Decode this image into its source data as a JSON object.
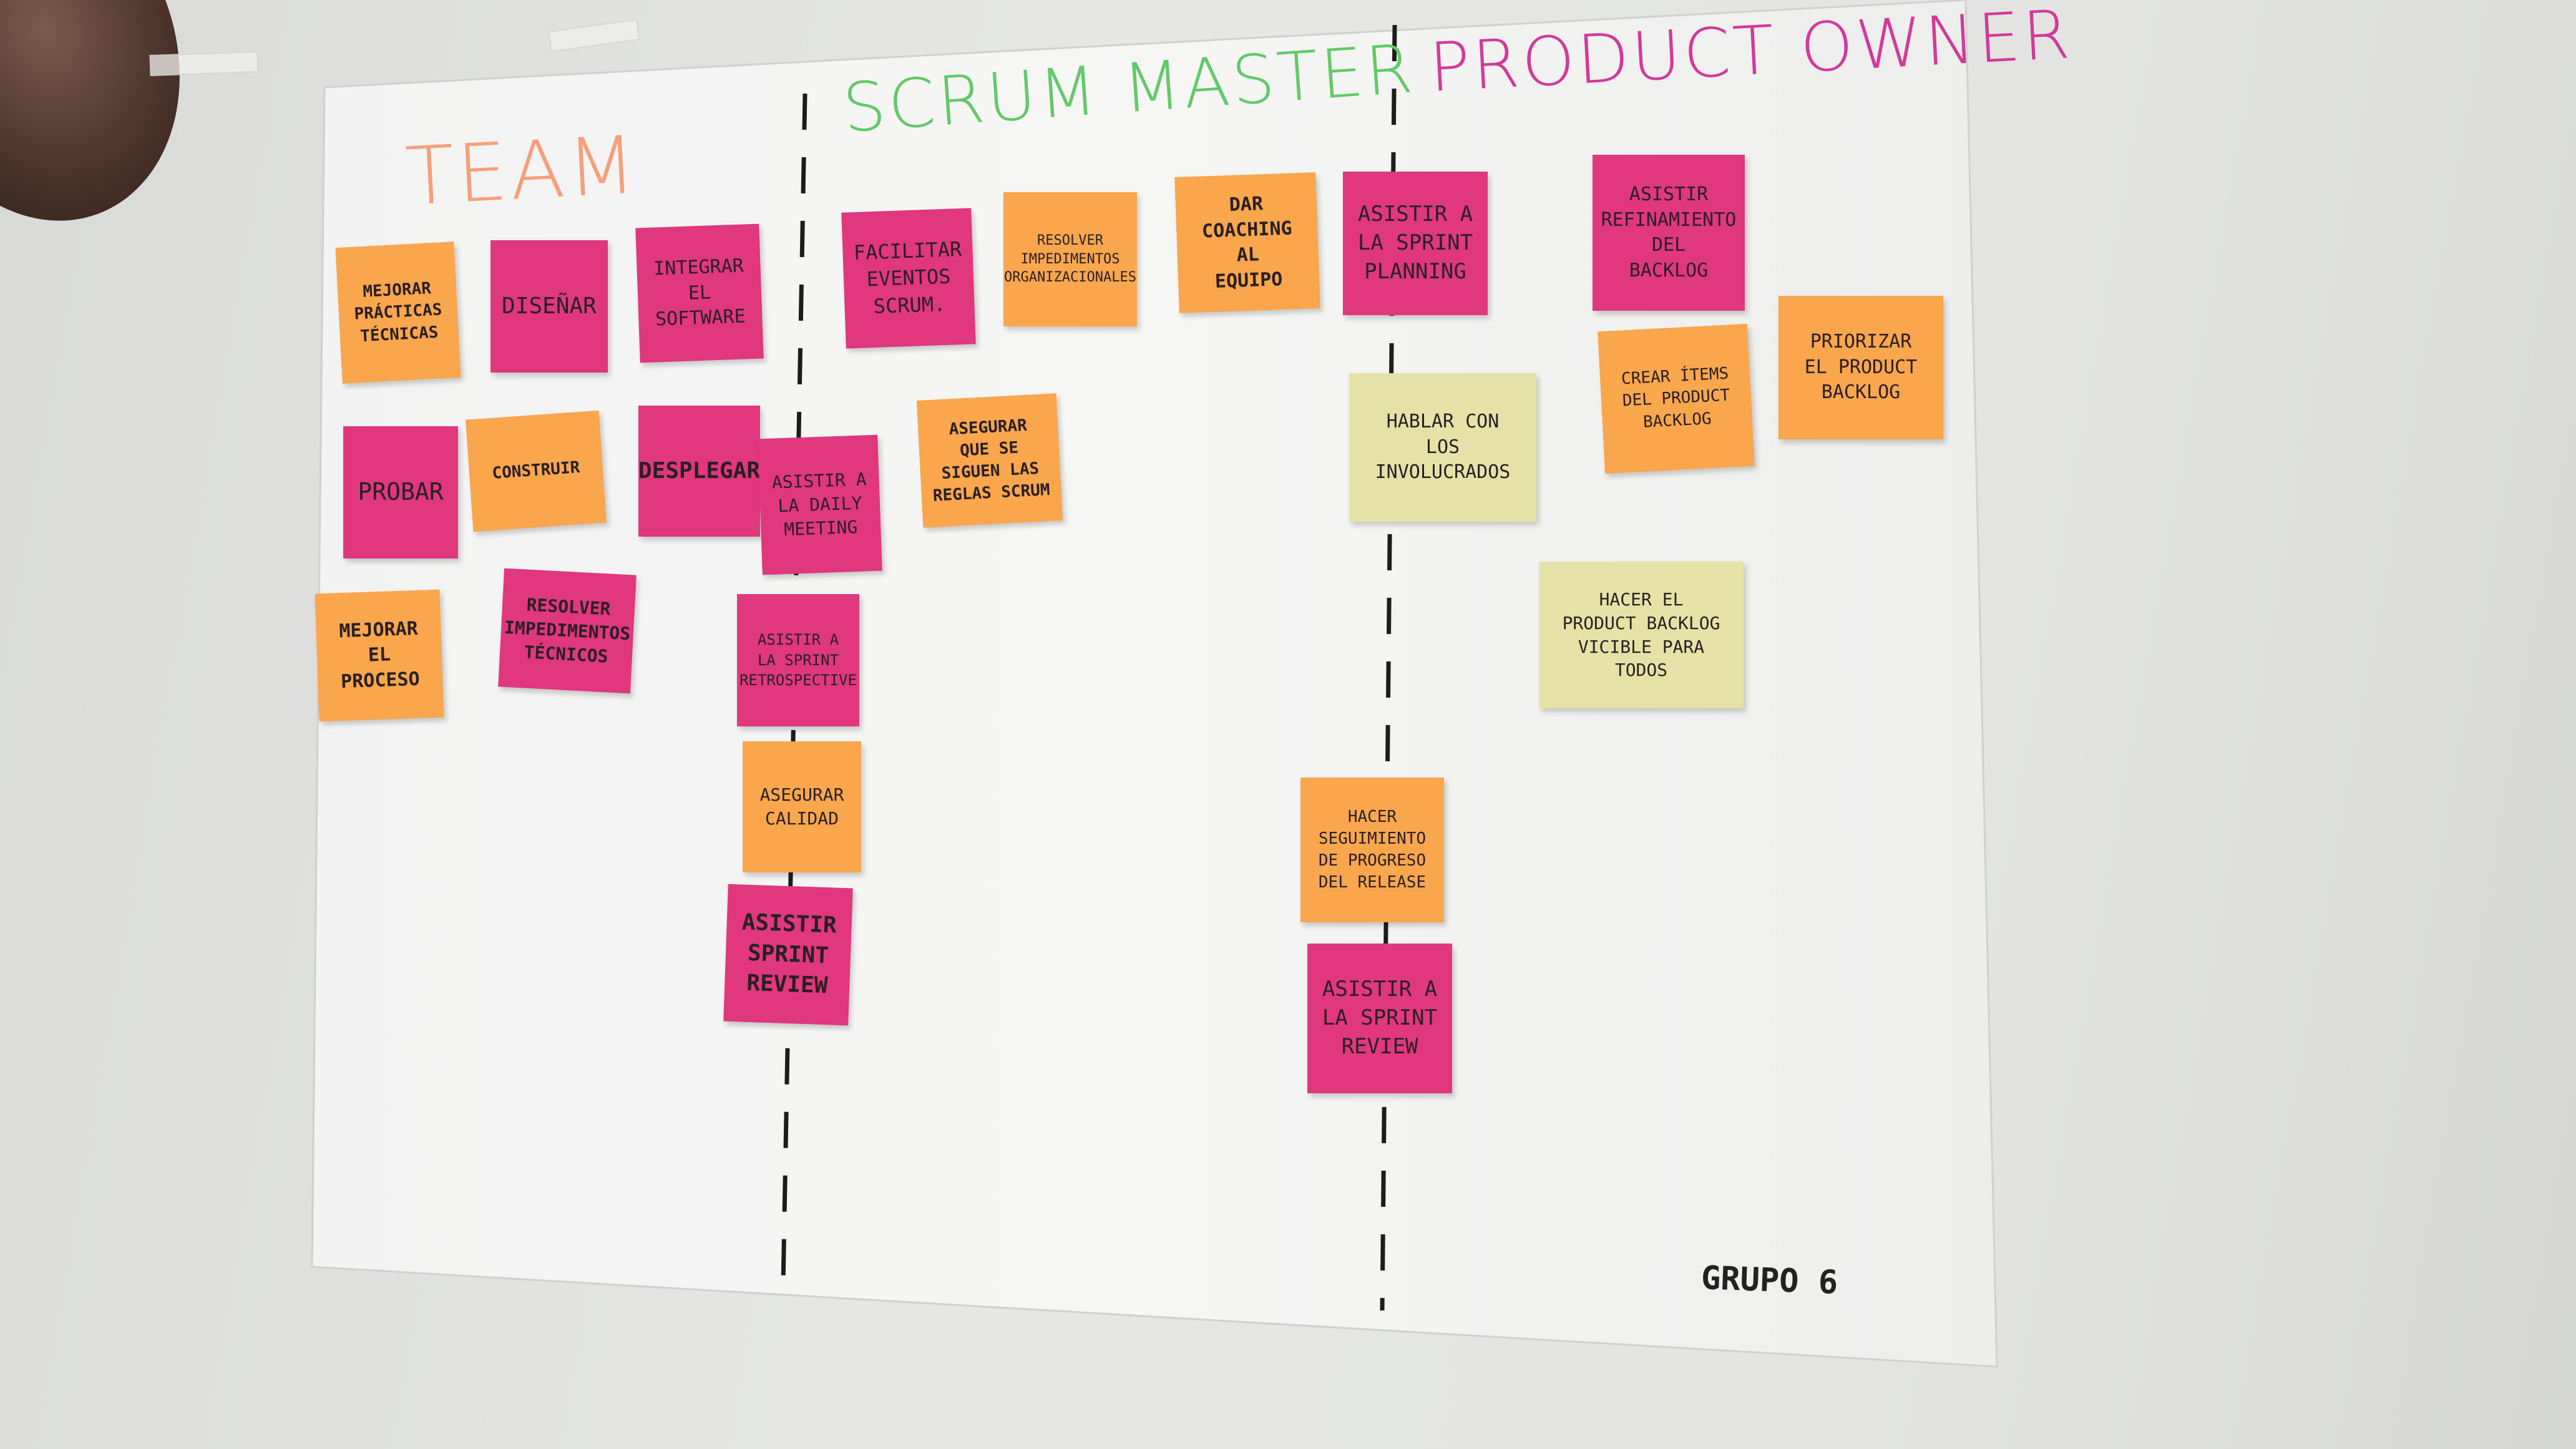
{
  "board": {
    "columns": {
      "team": {
        "title": "TEAM",
        "color": "#f5a07a"
      },
      "scrum_master": {
        "title": "SCRUM MASTER",
        "color": "#63c96a"
      },
      "product_owner": {
        "title": "PRODUCT OWNER",
        "color": "#d2399a"
      }
    },
    "notes": {
      "team_mejorar": "MEJORAR\nPRÁCTICAS\nTÉCNICAS",
      "team_disenar": "DISEÑAR",
      "team_integrar": "INTEGRAR\nEL\nSOFTWARE",
      "team_probar": "PROBAR",
      "team_construir": "CONSTRUIR",
      "team_desplegar": "DESPLEGAR",
      "team_mejorar_proceso": "MEJORAR\nEL\nPROCESO",
      "team_resolver": "RESOLVER\nIMPEDIMENTOS\nTÉCNICOS",
      "team_daily": "ASISTIR A\nLA DAILY\nMEETING",
      "team_retro": "ASISTIR A\nLA SPRINT\nRETROSPECTIVE",
      "team_calidad": "ASEGURAR\nCALIDAD",
      "team_review": "ASISTIR\nSPRINT\nREVIEW",
      "sm_facilitar": "FACILITAR\nEVENTOS\nSCRUM.",
      "sm_resolver": "RESOLVER\nIMPEDIMENTOS\nORGANIZACIONALES",
      "sm_coaching": "DAR\nCOACHING\nAL\nEQUIPO",
      "sm_reglas": "ASEGURAR\nQUE SE\nSIGUEN LAS\nREGLAS SCRUM",
      "po_planning": "ASISTIR A\nLA SPRINT\nPLANNING",
      "po_refinamiento": "ASISTIR\nREFINAMIENTO\nDEL\nBACKLOG",
      "po_hablar": "HABLAR CON\nLOS INVOLUCRADOS",
      "po_crear": "CREAR ÍTEMS\nDEL PRODUCT\nBACKLOG",
      "po_priorizar": "PRIORIZAR\nEL PRODUCT\nBACKLOG",
      "po_visible": "HACER EL\nPRODUCT BACKLOG\nVICIBLE PARA\nTODOS",
      "po_seguimiento": "HACER\nSEGUIMIENTO\nDE PROGRESO\nDEL RELEASE",
      "po_review": "ASISTIR A\nLA SPRINT\nREVIEW"
    },
    "signature": "GRUPO 6"
  },
  "colors": {
    "pink": "#e0377f",
    "orange": "#f9a64d",
    "yellow": "#e6e2a7"
  }
}
